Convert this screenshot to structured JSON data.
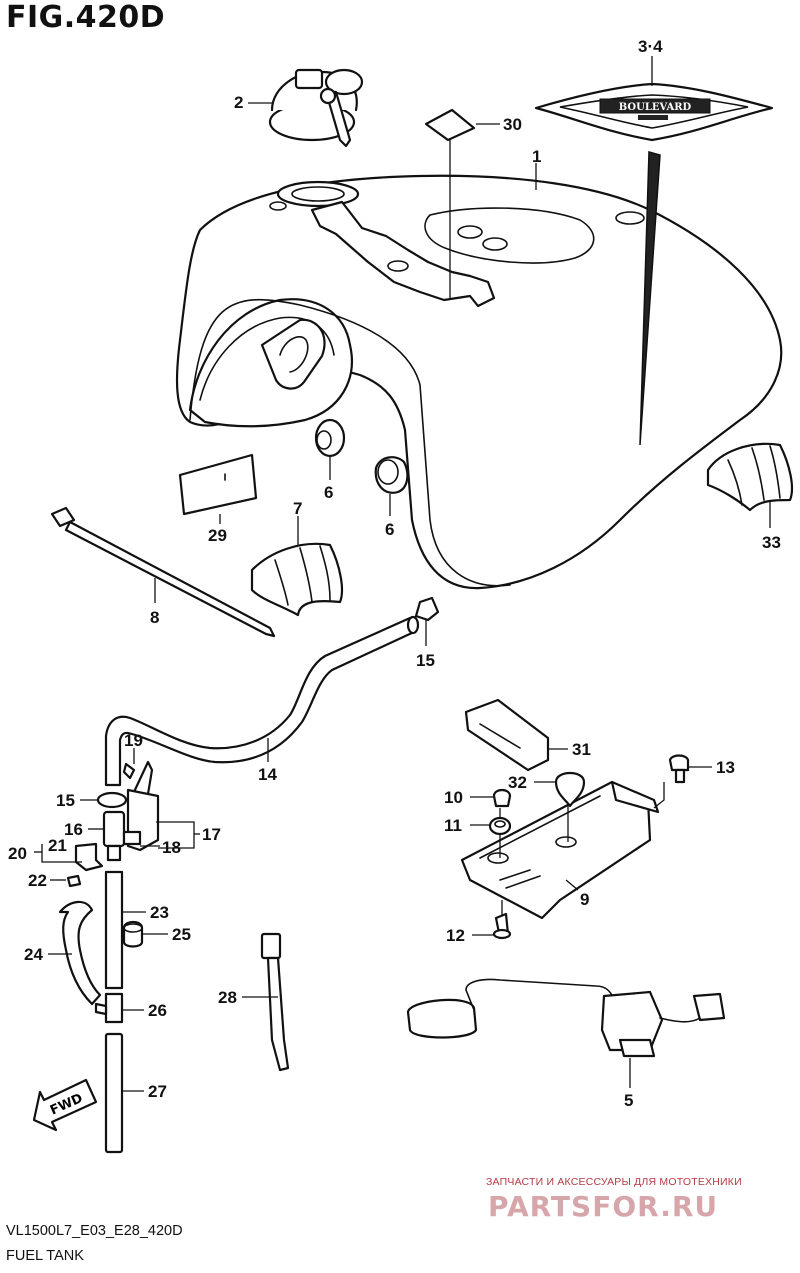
{
  "figure": {
    "title": "FIG.420D",
    "model_code": "VL1500L7_E03_E28_420D",
    "description": "FUEL TANK",
    "forward_arrow": "FWD"
  },
  "callouts": [
    {
      "id": "c1",
      "label": "1"
    },
    {
      "id": "c2",
      "label": "2"
    },
    {
      "id": "c34",
      "label": "3·4"
    },
    {
      "id": "c30",
      "label": "30"
    },
    {
      "id": "c6a",
      "label": "6"
    },
    {
      "id": "c6b",
      "label": "6"
    },
    {
      "id": "c29",
      "label": "29"
    },
    {
      "id": "c7",
      "label": "7"
    },
    {
      "id": "c33",
      "label": "33"
    },
    {
      "id": "c8",
      "label": "8"
    },
    {
      "id": "c15a",
      "label": "15"
    },
    {
      "id": "c14",
      "label": "14"
    },
    {
      "id": "c19",
      "label": "19"
    },
    {
      "id": "c15b",
      "label": "15"
    },
    {
      "id": "c16",
      "label": "16"
    },
    {
      "id": "c17",
      "label": "17"
    },
    {
      "id": "c18",
      "label": "18"
    },
    {
      "id": "c20",
      "label": "20"
    },
    {
      "id": "c21",
      "label": "21"
    },
    {
      "id": "c22",
      "label": "22"
    },
    {
      "id": "c23",
      "label": "23"
    },
    {
      "id": "c25",
      "label": "25"
    },
    {
      "id": "c24",
      "label": "24"
    },
    {
      "id": "c26",
      "label": "26"
    },
    {
      "id": "c27",
      "label": "27"
    },
    {
      "id": "c28",
      "label": "28"
    },
    {
      "id": "c31",
      "label": "31"
    },
    {
      "id": "c13",
      "label": "13"
    },
    {
      "id": "c32",
      "label": "32"
    },
    {
      "id": "c10",
      "label": "10"
    },
    {
      "id": "c11",
      "label": "11"
    },
    {
      "id": "c9",
      "label": "9"
    },
    {
      "id": "c12",
      "label": "12"
    },
    {
      "id": "c5",
      "label": "5"
    }
  ],
  "emblem_text": "BOULEVARD",
  "watermark": {
    "tagline": "ЗАПЧАСТИ И АКСЕССУАРЫ ДЛЯ МОТОТЕХНИКИ",
    "logo": "PARTSFOR.RU"
  },
  "colors": {
    "ink": "#111111",
    "watermark_text": "#b43a46",
    "watermark_logo": "#d7a6aa"
  }
}
